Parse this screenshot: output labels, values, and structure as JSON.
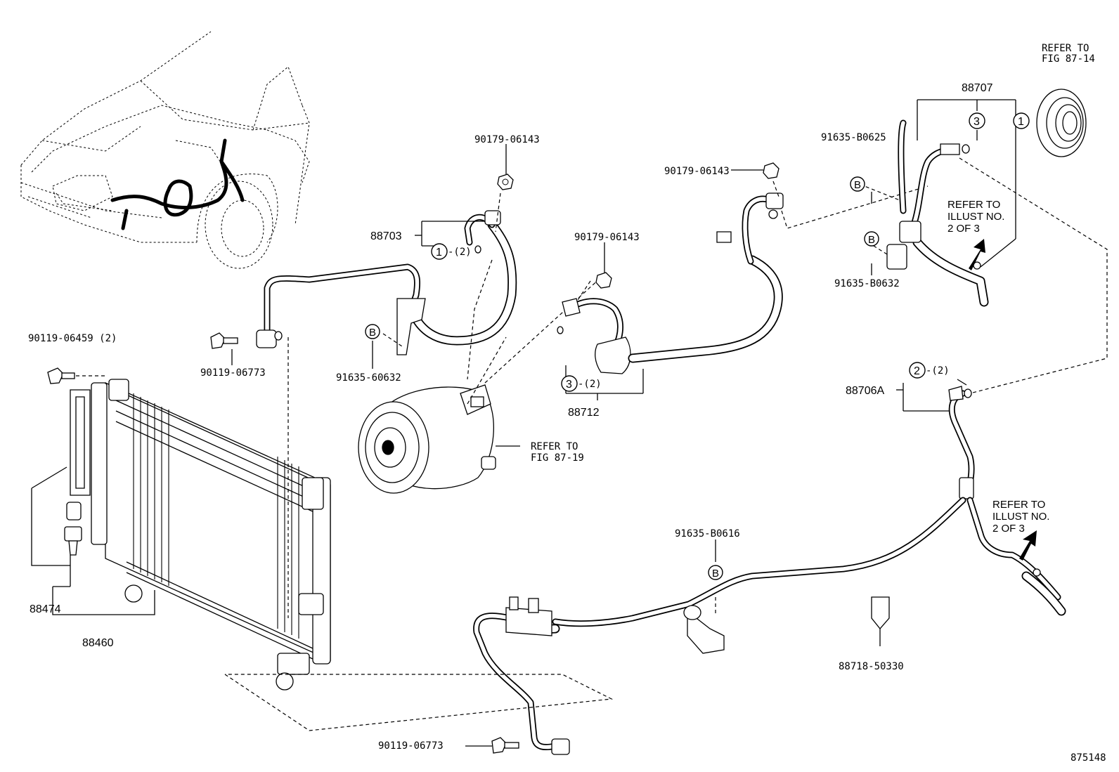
{
  "figure_id": "875148",
  "labels": {
    "refer_fig_87_14_l1": "REFER TO",
    "refer_fig_87_14_l2": "FIG 87-14",
    "part_88707": "88707",
    "part_91635_b0625": "91635-B0625",
    "part_90179_06143_c": "90179-06143",
    "part_90179_06143_a": "90179-06143",
    "part_90179_06143_b": "90179-06143",
    "refer_illust_top_l1": "REFER TO",
    "refer_illust_top_l2": "ILLUST NO.",
    "refer_illust_top_l3": "2 OF 3",
    "part_91635_b0632": "91635-B0632",
    "part_88703": "88703",
    "qty_2": "-(2)",
    "part_90119_06459": "90119-06459 (2)",
    "part_90119_06773_a": "90119-06773",
    "part_91635_60632": "91635-60632",
    "part_88712": "88712",
    "part_88706a": "88706A",
    "refer_fig_87_19_l1": "REFER TO",
    "refer_fig_87_19_l2": "FIG 87-19",
    "refer_illust_bot_l1": "REFER TO",
    "refer_illust_bot_l2": "ILLUST NO.",
    "refer_illust_bot_l3": "2 OF 3",
    "part_88474": "88474",
    "part_88460": "88460",
    "part_91635_b0616": "91635-B0616",
    "part_88718_50330": "88718-50330",
    "part_90119_06773_b": "90119-06773"
  },
  "callouts": {
    "one": "1",
    "two": "2",
    "three": "3",
    "b": "B"
  }
}
